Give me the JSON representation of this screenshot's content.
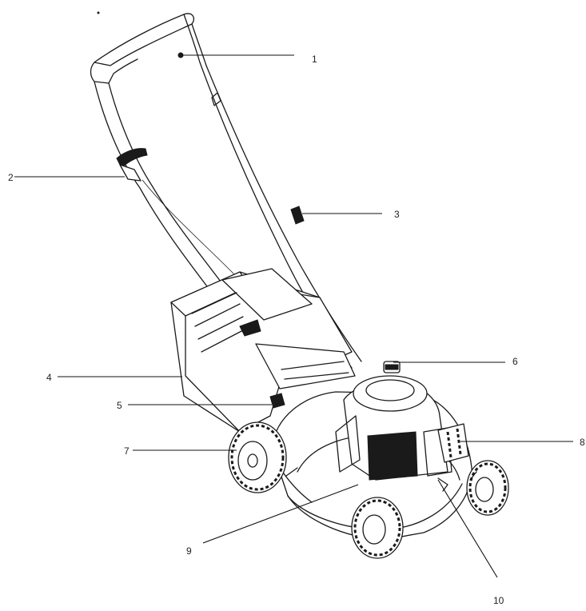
{
  "diagram": {
    "labels": [
      {
        "id": "1",
        "text": "1",
        "part": "handle-bar"
      },
      {
        "id": "2",
        "text": "2",
        "part": "engine-brake-lever"
      },
      {
        "id": "3",
        "text": "3",
        "part": "rope-guide"
      },
      {
        "id": "4",
        "text": "4",
        "part": "grass-collection-bag"
      },
      {
        "id": "5",
        "text": "5",
        "part": "height-adjustment-lever"
      },
      {
        "id": "6",
        "text": "6",
        "part": "oil-filler-cap"
      },
      {
        "id": "7",
        "text": "7",
        "part": "rear-wheel"
      },
      {
        "id": "8",
        "text": "8",
        "part": "air-filter"
      },
      {
        "id": "9",
        "text": "9",
        "part": "cutting-deck"
      },
      {
        "id": "10",
        "text": "10",
        "part": "spark-plug"
      }
    ]
  }
}
